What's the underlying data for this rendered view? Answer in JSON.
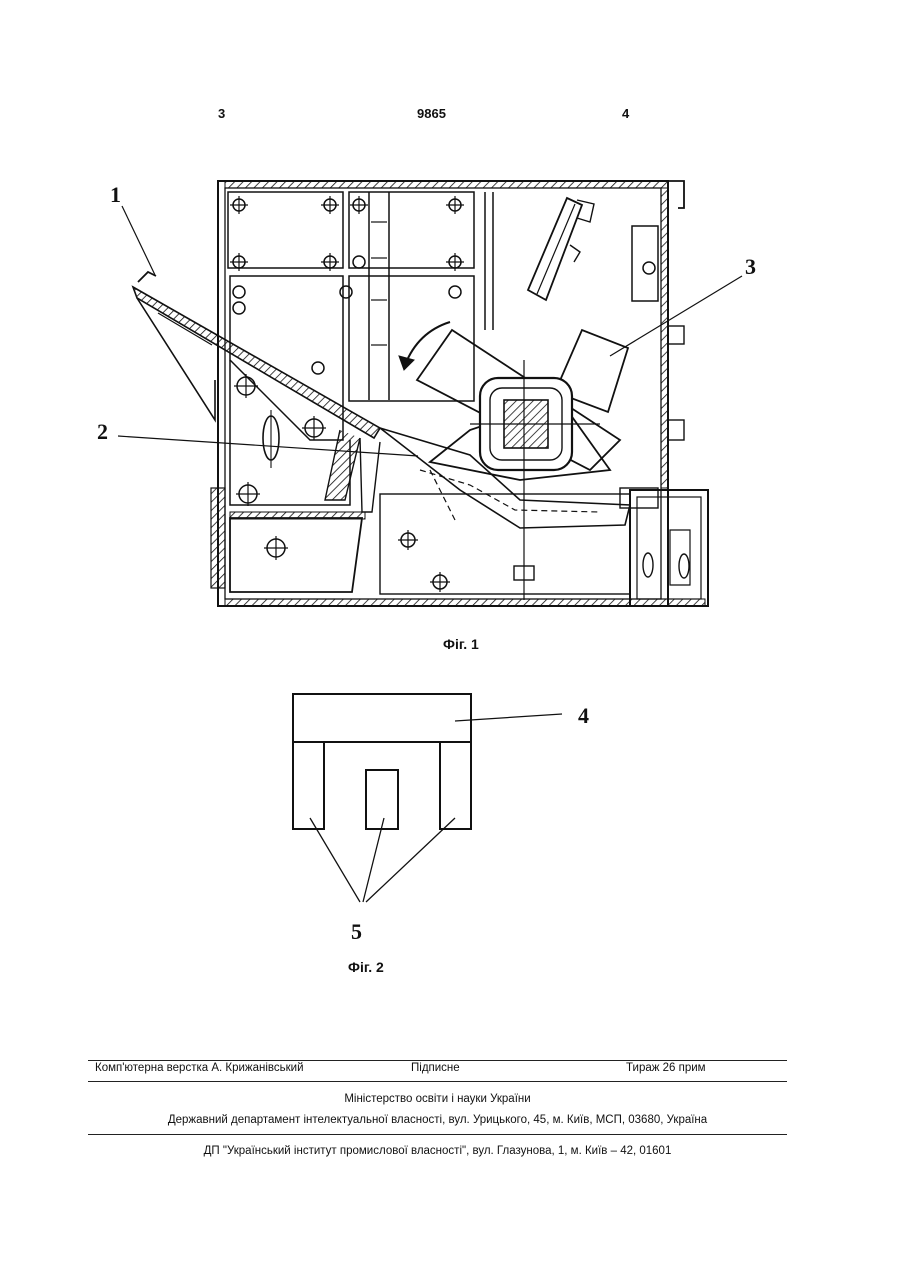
{
  "header": {
    "page_left": "3",
    "patent_number": "9865",
    "page_right": "4"
  },
  "figure1": {
    "caption": "Фіг. 1",
    "labels": [
      "1",
      "2",
      "3"
    ]
  },
  "figure2": {
    "caption": "Фіг. 2",
    "labels": [
      "4",
      "5"
    ]
  },
  "imprint": {
    "layout_by": "Комп'ютерна верстка А. Крижанівський",
    "signed": "Підписне",
    "circulation": "Тираж 26 прим",
    "ministry": "Міністерство освіти і науки України",
    "department": "Державний департамент інтелектуальної власності, вул. Урицького, 45, м. Київ, МСП, 03680, Україна",
    "publisher": "ДП \"Український інститут промислової власності\", вул. Глазунова, 1, м. Київ – 42, 01601"
  }
}
